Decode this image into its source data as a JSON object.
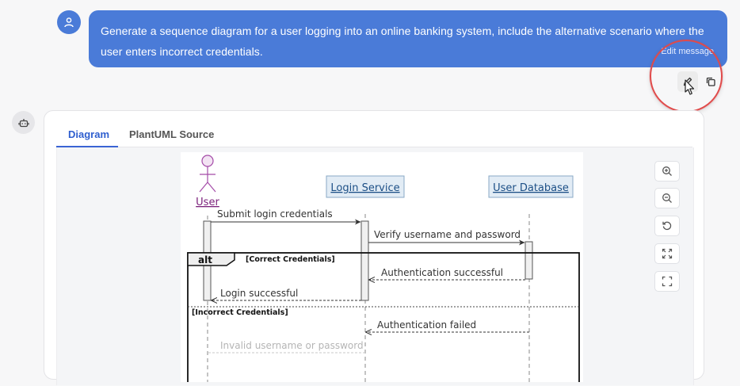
{
  "user_message": {
    "text": "Generate a sequence diagram for a user logging into an online banking system, include the alternative scenario where the user enters incorrect credentials.",
    "edit_hint": "Edit message"
  },
  "response": {
    "tabs": [
      {
        "label": "Diagram",
        "active": true
      },
      {
        "label": "PlantUML Source",
        "active": false
      }
    ],
    "diagram": {
      "participants": [
        "User",
        "Login Service",
        "User Database"
      ],
      "messages": [
        "Submit login credentials",
        "Verify username and password",
        "Authentication successful",
        "Login successful",
        "Authentication failed",
        "Invalid username or password"
      ],
      "alt_label": "alt",
      "conditions": [
        "[Correct Credentials]",
        "[Incorrect Credentials]"
      ]
    },
    "toolbar_icons": [
      "zoom-in-icon",
      "zoom-out-icon",
      "reset-icon",
      "fit-icon",
      "fullscreen-icon"
    ]
  },
  "colors": {
    "accent": "#4a7bd8",
    "highlight": "#e04a4a",
    "actor": "#a44ba8",
    "participant_fill": "#e2ecf5",
    "participant_border": "#89a9c6"
  }
}
